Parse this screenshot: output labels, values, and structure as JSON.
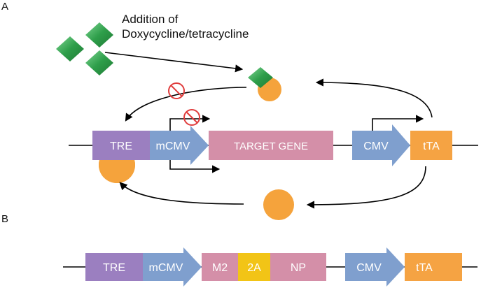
{
  "panel_a": {
    "label": "A",
    "addition_line1": "Addition of",
    "addition_line2": "Doxycycline/tetracycline",
    "tre": "TRE",
    "mcmv": "mCMV",
    "target_gene": "TARGET GENE",
    "cmv": "CMV",
    "tta": "tTA"
  },
  "panel_b": {
    "label": "B",
    "tre": "TRE",
    "mcmv": "mCMV",
    "m2": "M2",
    "two_a": "2A",
    "np": "NP",
    "cmv": "CMV",
    "tta": "tTA"
  },
  "colors": {
    "tre": "#9b7fc0",
    "promoter": "#7f9fce",
    "gene": "#d48fa8",
    "tta": "#f5a343",
    "tta_ball": "#f5a33c",
    "two_a": "#f2c416",
    "drug": "#3aaf58",
    "inhibit": "#e03c3c"
  }
}
